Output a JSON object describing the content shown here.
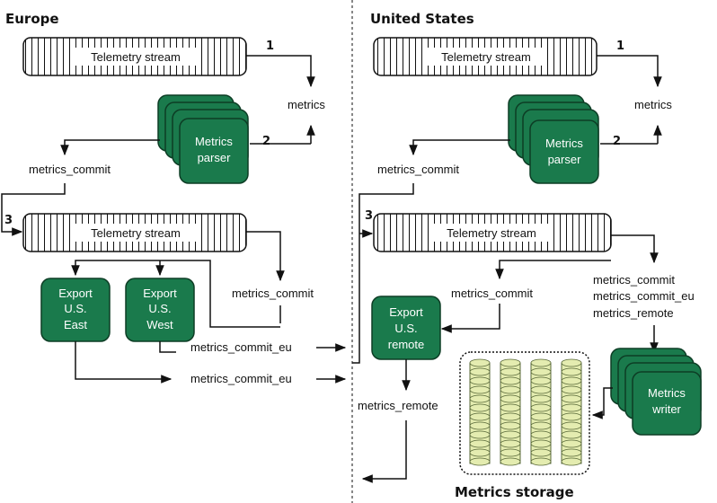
{
  "regions": {
    "europe": "Europe",
    "us": "United States"
  },
  "streams": {
    "eu_telemetry_1": "Telemetry stream",
    "eu_telemetry_2": "Telemetry stream",
    "us_telemetry_1": "Telemetry stream",
    "us_telemetry_2": "Telemetry stream"
  },
  "steps": {
    "eu_1": "1",
    "eu_2": "2",
    "eu_3": "3",
    "us_1": "1",
    "us_2": "2",
    "us_3": "3"
  },
  "nodes": {
    "eu_parser": [
      "Metrics",
      "parser"
    ],
    "us_parser": [
      "Metrics",
      "parser"
    ],
    "export_us_east": [
      "Export",
      "U.S.",
      "East"
    ],
    "export_us_west": [
      "Export",
      "U.S.",
      "West"
    ],
    "export_us_remote": [
      "Export",
      "U.S.",
      "remote"
    ],
    "metrics_writer": [
      "Metrics",
      "writer"
    ]
  },
  "labels": {
    "eu_metrics": "metrics",
    "eu_metrics_commit": "metrics_commit",
    "eu_metrics_commit_2": "metrics_commit",
    "eu_commit_eu_1": "metrics_commit_eu",
    "eu_commit_eu_2": "metrics_commit_eu",
    "us_metrics": "metrics",
    "us_metrics_commit": "metrics_commit",
    "us_metrics_commit_2": "metrics_commit",
    "us_topics": [
      "metrics_commit",
      "metrics_commit_eu",
      "metrics_remote"
    ],
    "us_metrics_remote": "metrics_remote",
    "storage": "Metrics storage"
  },
  "colors": {
    "node_green": "#1a7a4c",
    "node_border": "#0d3d25",
    "cylinder": "#e4ecb0",
    "cylinder_stroke": "#5a6a3a"
  }
}
